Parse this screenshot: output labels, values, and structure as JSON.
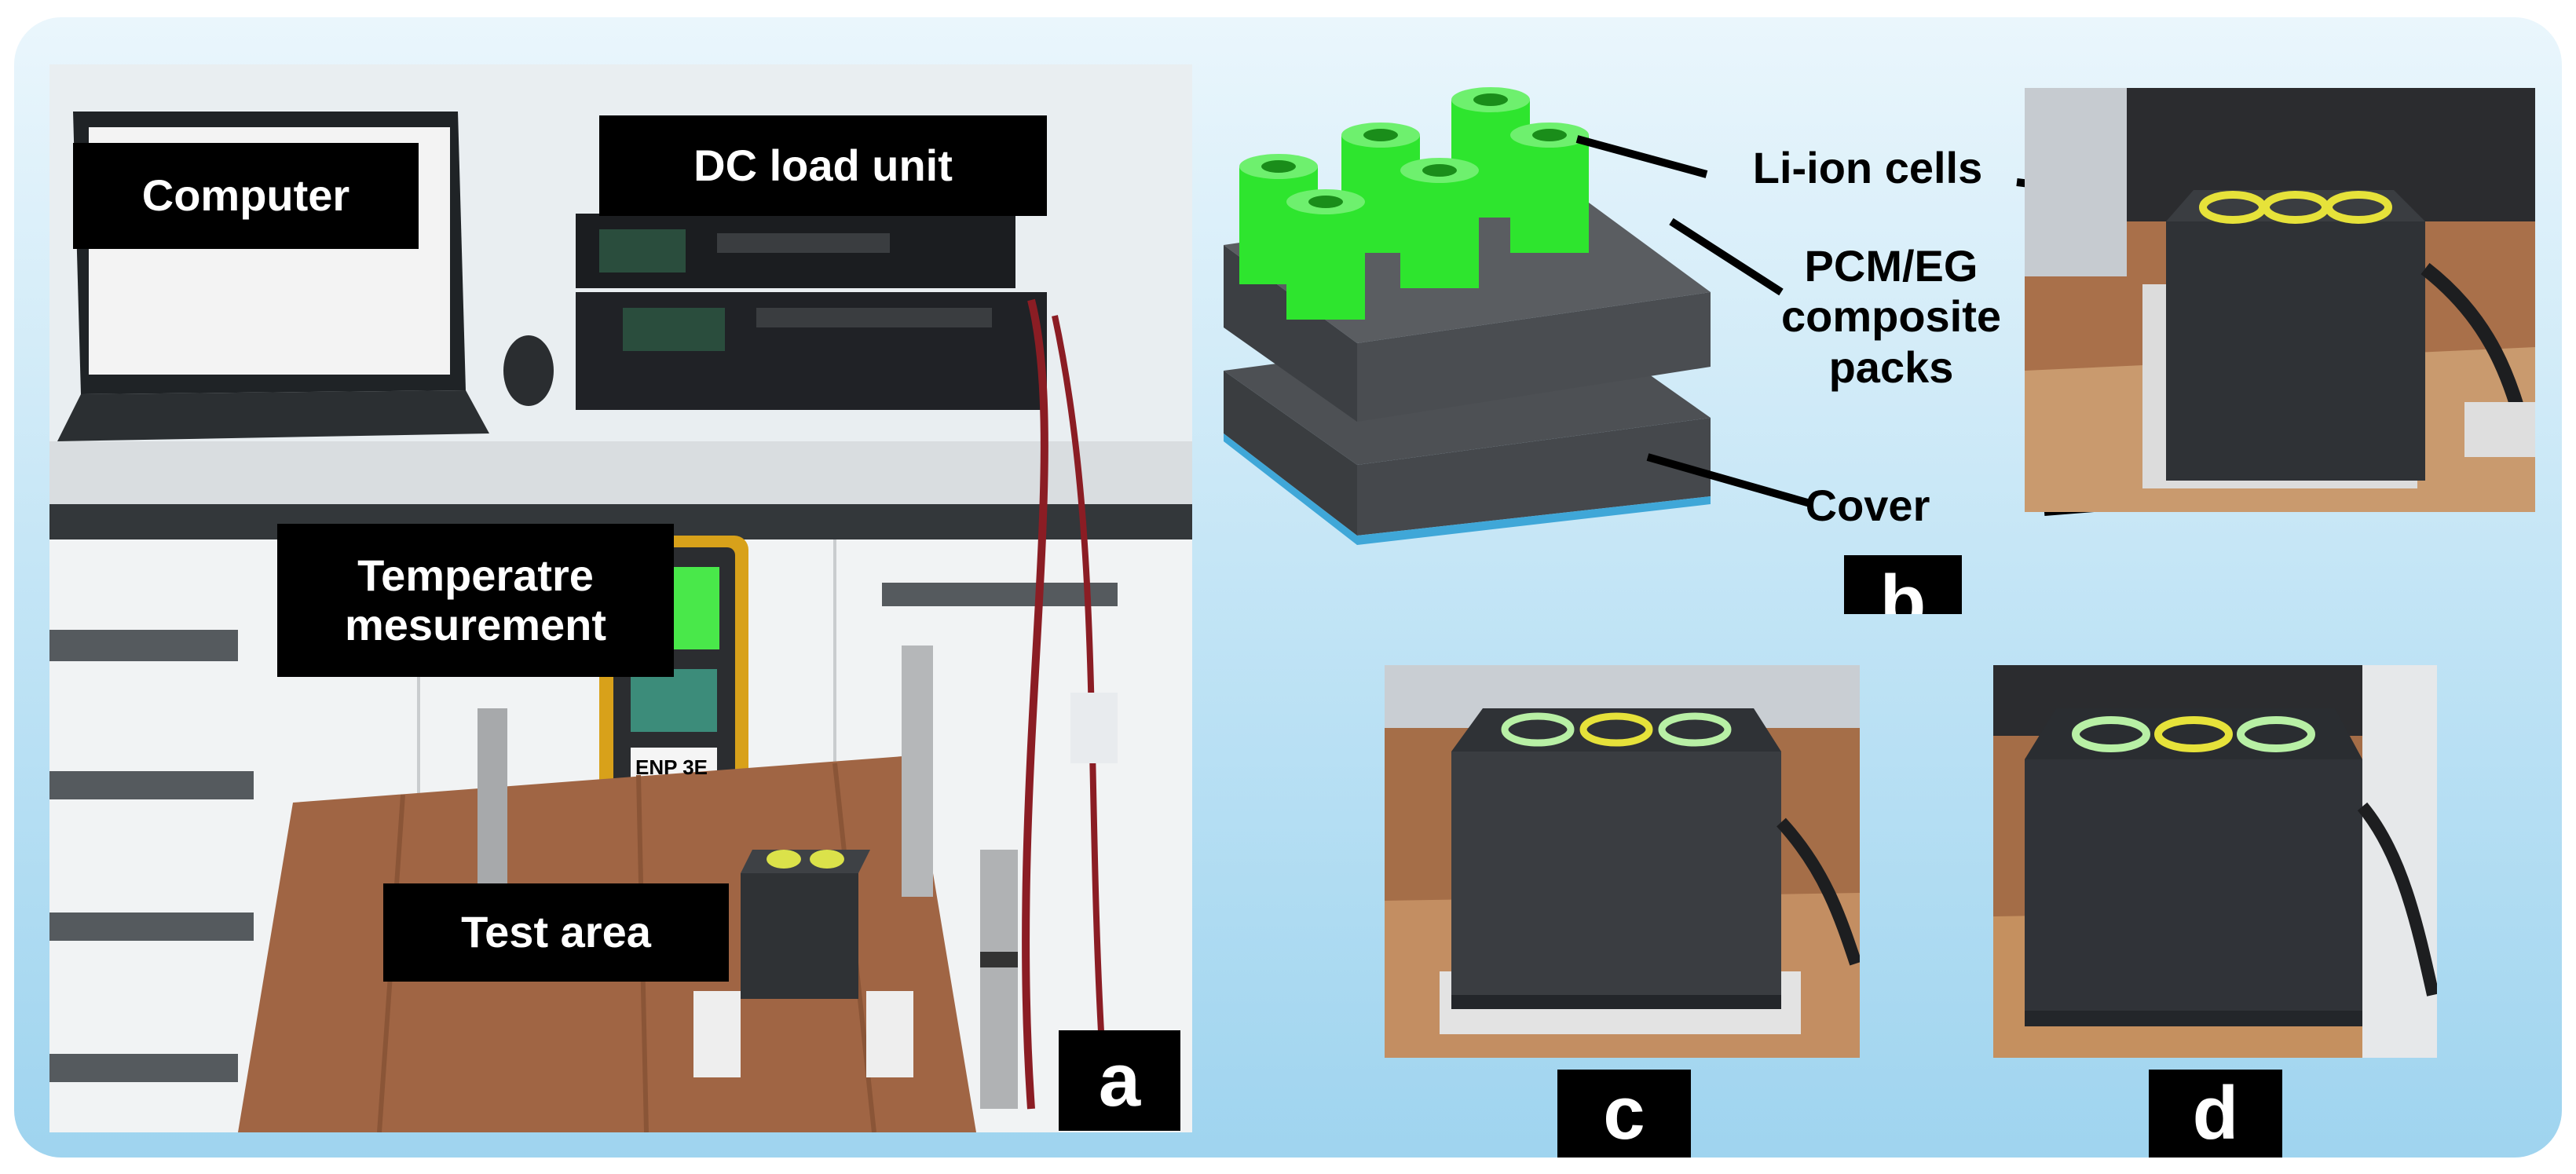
{
  "panel_a": {
    "labels": {
      "computer": "Computer",
      "dc_load": "DC load unit",
      "temperature": "Temperatre mesurement",
      "test_area": "Test area"
    },
    "meter_tag": "ENP 3E",
    "letter": "a"
  },
  "panel_b": {
    "annotations": {
      "cells": "Li-ion cells",
      "pcm": "PCM/EG composite packs",
      "cover": "Cover"
    },
    "letter": "b"
  },
  "panel_c": {
    "letter": "c"
  },
  "panel_d": {
    "letter": "d"
  },
  "colors": {
    "cell_green": "#2ee52e",
    "frame_blue": "#bfe3f5",
    "label_bg": "#000000"
  }
}
